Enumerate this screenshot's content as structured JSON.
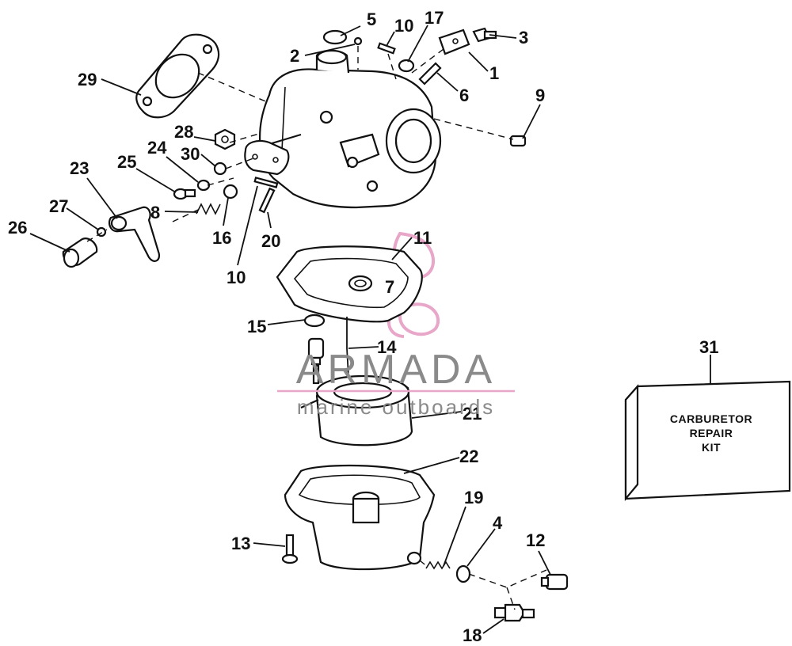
{
  "callouts": {
    "c1": "1",
    "c2": "2",
    "c3": "3",
    "c4": "4",
    "c5": "5",
    "c6": "6",
    "c7": "7",
    "c8": "8",
    "c9": "9",
    "c10a": "10",
    "c10b": "10",
    "c11": "11",
    "c12": "12",
    "c13": "13",
    "c14": "14",
    "c15": "15",
    "c16": "16",
    "c17": "17",
    "c18": "18",
    "c19": "19",
    "c20": "20",
    "c21": "21",
    "c22": "22",
    "c23": "23",
    "c24": "24",
    "c25": "25",
    "c26": "26",
    "c27": "27",
    "c28": "28",
    "c29": "29",
    "c30": "30",
    "c31": "31"
  },
  "repair_kit": {
    "line1": "CARBURETOR",
    "line2": "REPAIR",
    "line3": "KIT"
  },
  "watermark": {
    "brand": "ARMADA",
    "tagline": "marine outboards",
    "accent_color": "#e8a6c8",
    "text_color": "#8a8a8a"
  }
}
